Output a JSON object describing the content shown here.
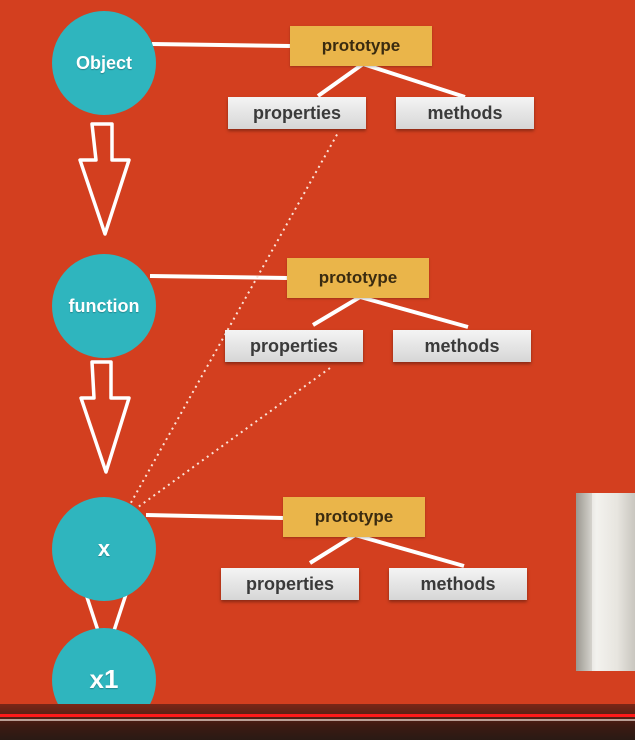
{
  "colors": {
    "background": "#d33f1f",
    "circle": "#2fb5be",
    "prototype_box": "#eab54a",
    "pill": "#e6e6e6",
    "progress_played": "#ff1a1a"
  },
  "nodes": [
    {
      "id": "object",
      "label": "Object"
    },
    {
      "id": "function",
      "label": "function"
    },
    {
      "id": "x",
      "label": "x"
    },
    {
      "id": "x1",
      "label": "x1"
    }
  ],
  "prototype_groups": [
    {
      "owner": "Object",
      "prototype": "prototype",
      "properties": "properties",
      "methods": "methods"
    },
    {
      "owner": "function",
      "prototype": "prototype",
      "properties": "properties",
      "methods": "methods"
    },
    {
      "owner": "x",
      "prototype": "prototype",
      "properties": "properties",
      "methods": "methods"
    }
  ],
  "video": {
    "progress_fraction": 1.0
  }
}
